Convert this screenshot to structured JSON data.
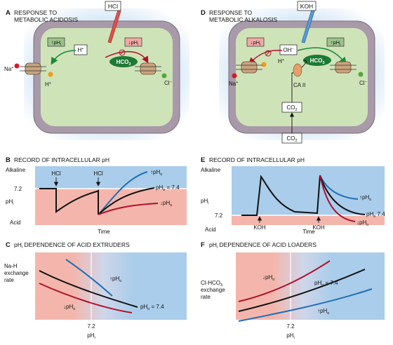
{
  "A": {
    "letter": "A",
    "title1": "RESPONSE TO",
    "title2": "METABOLIC ACIDOSIS",
    "reagent": "HCl",
    "phi_left": "pH",
    "phi_left_sub": "i",
    "phi_right": "pH",
    "phi_right_sub": "i",
    "ion_h": "H",
    "ion_h_sup": "+",
    "hco3": "HCO",
    "hco3_sub": "3",
    "hco3_sup": "−",
    "na": "Na",
    "na_sup": "+",
    "h_out": "H",
    "h_out_sup": "+",
    "cl": "Cl",
    "cl_sup": "−"
  },
  "D": {
    "letter": "D",
    "title1": "RESPONSE TO",
    "title2": "METABOLIC ALKALOSIS",
    "reagent": "KOH",
    "phi_left": "pH",
    "phi_left_sub": "i",
    "phi_right": "pH",
    "phi_right_sub": "i",
    "ion_oh": "OH",
    "ion_oh_sup": "−",
    "ion_h": "H",
    "ion_h_sup": "+",
    "hco3": "HCO",
    "hco3_sub": "3",
    "hco3_sup": "−",
    "ca": "CA II",
    "co2": "CO",
    "co2_sub": "2",
    "co2_out": "CO",
    "co2_out_sub": "2",
    "na": "Na",
    "na_sup": "+",
    "cl": "Cl",
    "cl_sup": "−"
  },
  "B": {
    "letter": "B",
    "title": "RECORD OF INTRACELLULAR pH",
    "y_top": "Alkaline",
    "y_mid": "7.2",
    "y_bot": "Acid",
    "y_label": "pH",
    "y_label_sub": "i",
    "x_label": "Time",
    "arrow1": "HCl",
    "arrow2": "HCl",
    "s_up": "pH",
    "s_up_sub": "o",
    "s_mid": "pH",
    "s_mid_sub": "o",
    "s_mid_val": " = 7.4",
    "s_down": "pH",
    "s_down_sub": "o"
  },
  "E": {
    "letter": "E",
    "title": "RECORD OF INTRACELLULAR pH",
    "y_top": "Alkaline",
    "y_mid": "7.2",
    "y_bot": "Acid",
    "y_label": "pH",
    "y_label_sub": "i",
    "x_label": "Time",
    "arrow1": "KOH",
    "arrow2": "KOH",
    "s_up": "pH",
    "s_up_sub": "o",
    "s_mid": "pH",
    "s_mid_sub": "o",
    "s_mid_val": " 7.4",
    "s_down": "pH",
    "s_down_sub": "o"
  },
  "C": {
    "letter": "C",
    "title_a": "pH",
    "title_sub": "i",
    "title_b": " DEPENDENCE OF ACID EXTRUDERS",
    "ylab1": "Na-H",
    "ylab2": "exchange",
    "ylab3": "rate",
    "x_tick": "7.2",
    "x_label": "pH",
    "x_label_sub": "i",
    "s_up": "pH",
    "s_up_sub": "o",
    "s_mid": "pH",
    "s_mid_sub": "o",
    "s_mid_val": " = 7.4",
    "s_down": "pH",
    "s_down_sub": "o"
  },
  "F": {
    "letter": "F",
    "title_a": "pH",
    "title_sub": "i",
    "title_b": " DEPENDENCE OF ACID LOADERS",
    "ylab1": "Cl-HCO",
    "ylab1_sub": "3",
    "ylab2": "exchange",
    "ylab3": "rate",
    "x_tick": "7.2",
    "x_label": "pH",
    "x_label_sub": "i",
    "s_up": "pH",
    "s_up_sub": "o",
    "s_mid": "pH",
    "s_mid_sub": "o",
    "s_mid_val": " = 7.4",
    "s_down": "pH",
    "s_down_sub": "o"
  },
  "colors": {
    "acid": "#f4b6ac",
    "alkaline": "#a9cdea",
    "red": "#b0102a",
    "blue": "#1f6fb4",
    "green": "#1a8a3a",
    "cell": "#cfe3b8",
    "membrane": "#8a7a8c"
  }
}
